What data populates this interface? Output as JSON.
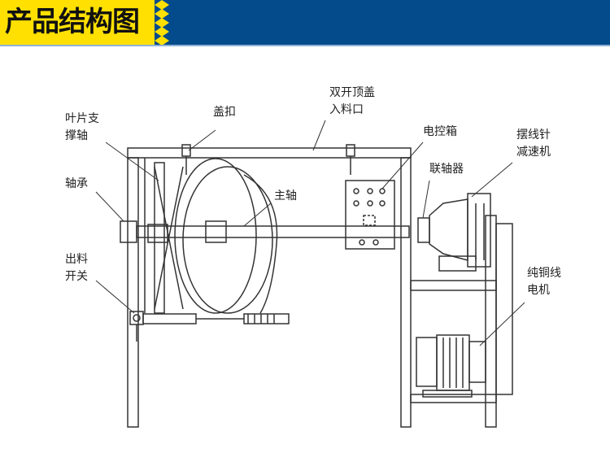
{
  "header": {
    "title": "产品结构图",
    "colors": {
      "banner": "#044b8b",
      "title_bg": "#ffe000"
    }
  },
  "labels": {
    "top_cover": [
      "双开顶盖",
      "入料口"
    ],
    "blade_shaft": [
      "叶片支",
      "撑轴"
    ],
    "cover_clasp": "盖扣",
    "control_box": "电控箱",
    "reducer": [
      "摆线针",
      "减速机"
    ],
    "bearing": "轴承",
    "main_shaft": "主轴",
    "coupling": "联轴器",
    "discharge_switch": [
      "出料",
      "开关"
    ],
    "motor": [
      "纯铜线",
      "电机"
    ]
  }
}
